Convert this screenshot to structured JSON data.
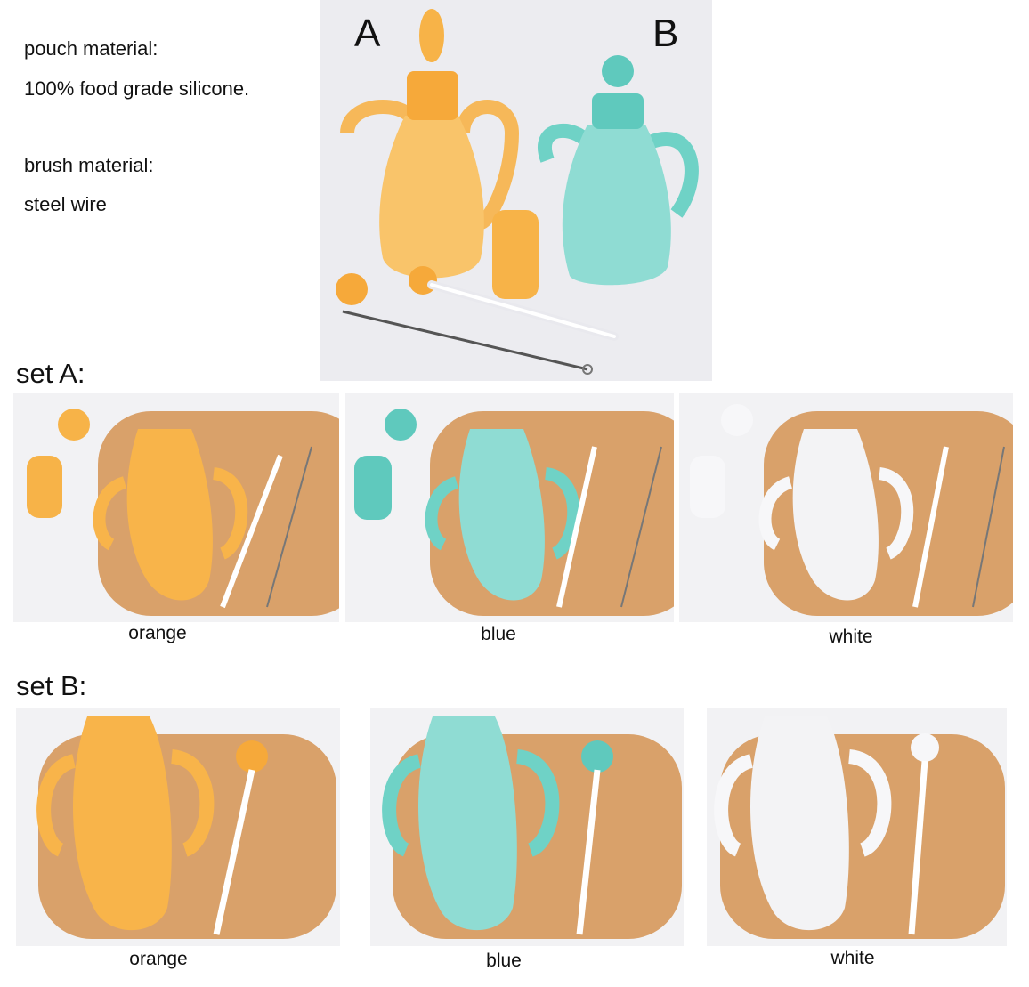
{
  "specs": {
    "pouch_label": "pouch material:",
    "pouch_value": "100% food grade silicone.",
    "brush_label": "brush material:",
    "brush_value": "steel wire"
  },
  "hero": {
    "label_a": "A",
    "label_b": "B"
  },
  "set_a": {
    "heading": "set A:",
    "items": [
      {
        "caption": "orange",
        "color": "#f8b44a"
      },
      {
        "caption": "blue",
        "color": "#6fd2c6"
      },
      {
        "caption": "white",
        "color": "#ecedef"
      }
    ]
  },
  "set_b": {
    "heading": "set B:",
    "items": [
      {
        "caption": "orange",
        "color": "#f8b44a"
      },
      {
        "caption": "blue",
        "color": "#6fd2c6"
      },
      {
        "caption": "white",
        "color": "#ecedef"
      }
    ]
  },
  "colors": {
    "board_wood": "#d9a16a",
    "orange_pouch": "#f8b44a",
    "blue_pouch": "#6fd2c6",
    "white_pouch": "#ecedef"
  }
}
